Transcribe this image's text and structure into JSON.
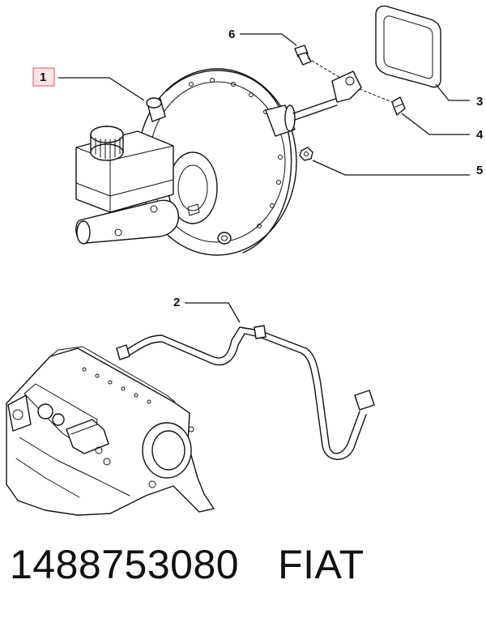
{
  "callouts": {
    "c1": "1",
    "c2": "2",
    "c3": "3",
    "c4": "4",
    "c5": "5",
    "c6": "6"
  },
  "footer": {
    "part_number": "1488753080",
    "brand": "FIAT"
  },
  "colors": {
    "highlight_box": "#e46b7b",
    "highlight_fill": "#fbe3e6",
    "line": "#111111"
  }
}
